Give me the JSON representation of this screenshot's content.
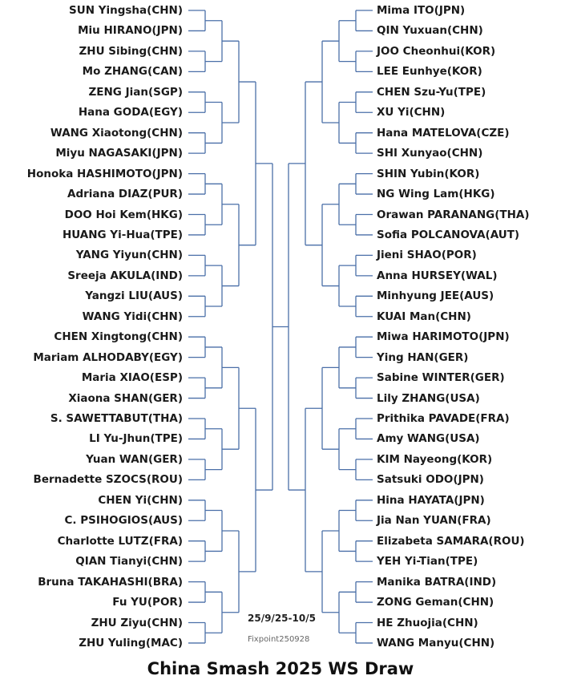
{
  "title": "China Smash 2025 WS Draw",
  "dates": "25/9/25-10/5",
  "credit": "Fixpoint250928",
  "colors": {
    "line": "#4a6fa8",
    "text": "#1a1a1a"
  },
  "left_players": [
    "SUN Yingsha(CHN)",
    "Miu HIRANO(JPN)",
    "ZHU Sibing(CHN)",
    "Mo ZHANG(CAN)",
    "ZENG Jian(SGP)",
    "Hana GODA(EGY)",
    "WANG Xiaotong(CHN)",
    "Miyu NAGASAKI(JPN)",
    "Honoka HASHIMOTO(JPN)",
    "Adriana DIAZ(PUR)",
    "DOO Hoi Kem(HKG)",
    "HUANG Yi-Hua(TPE)",
    "YANG Yiyun(CHN)",
    "Sreeja AKULA(IND)",
    "Yangzi LIU(AUS)",
    "WANG Yidi(CHN)",
    "CHEN Xingtong(CHN)",
    "Mariam ALHODABY(EGY)",
    "Maria XIAO(ESP)",
    "Xiaona SHAN(GER)",
    "S. SAWETTABUT(THA)",
    "LI Yu-Jhun(TPE)",
    "Yuan WAN(GER)",
    "Bernadette SZOCS(ROU)",
    "CHEN Yi(CHN)",
    "C. PSIHOGIOS(AUS)",
    "Charlotte LUTZ(FRA)",
    "QIAN Tianyi(CHN)",
    "Bruna TAKAHASHI(BRA)",
    "Fu YU(POR)",
    "ZHU Ziyu(CHN)",
    "ZHU Yuling(MAC)"
  ],
  "right_players": [
    "Mima ITO(JPN)",
    "QIN Yuxuan(CHN)",
    "JOO Cheonhui(KOR)",
    "LEE Eunhye(KOR)",
    "CHEN Szu-Yu(TPE)",
    "XU Yi(CHN)",
    "Hana MATELOVA(CZE)",
    "SHI Xunyao(CHN)",
    "SHIN Yubin(KOR)",
    "NG Wing Lam(HKG)",
    "Orawan PARANANG(THA)",
    "Sofia POLCANOVA(AUT)",
    "Jieni SHAO(POR)",
    "Anna HURSEY(WAL)",
    "Minhyung JEE(AUS)",
    "KUAI Man(CHN)",
    "Miwa HARIMOTO(JPN)",
    "Ying HAN(GER)",
    "Sabine WINTER(GER)",
    "Lily ZHANG(USA)",
    "Prithika PAVADE(FRA)",
    "Amy WANG(USA)",
    "KIM Nayeong(KOR)",
    "Satsuki ODO(JPN)",
    "Hina HAYATA(JPN)",
    "Jia Nan YUAN(FRA)",
    "Elizabeta SAMARA(ROU)",
    "YEH Yi-Tian(TPE)",
    "Manika BATRA(IND)",
    "ZONG Geman(CHN)",
    "HE Zhuojia(CHN)",
    "WANG Manyu(CHN)"
  ]
}
